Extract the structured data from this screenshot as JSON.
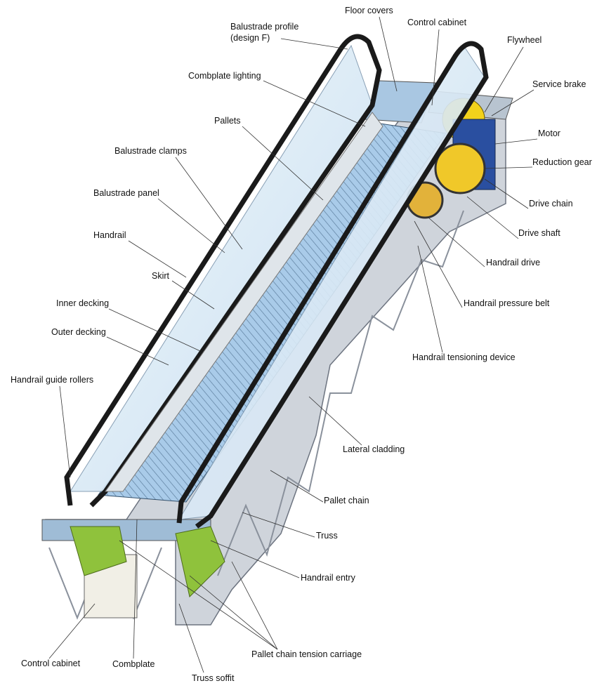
{
  "labels": {
    "floor_covers": "Floor covers",
    "control_cabinet_top": "Control cabinet",
    "balustrade_profile": "Balustrade profile",
    "balustrade_profile_design": "(design F)",
    "flywheel": "Flywheel",
    "combplate_lighting": "Combplate lighting",
    "service_brake": "Service brake",
    "pallets": "Pallets",
    "motor": "Motor",
    "balustrade_clamps": "Balustrade clamps",
    "reduction_gear": "Reduction gear",
    "balustrade_panel": "Balustrade panel",
    "drive_chain": "Drive chain",
    "handrail": "Handrail",
    "drive_shaft": "Drive shaft",
    "handrail_drive": "Handrail drive",
    "skirt": "Skirt",
    "inner_decking": "Inner decking",
    "handrail_pressure_belt": "Handrail pressure belt",
    "outer_decking": "Outer decking",
    "handrail_tensioning_device": "Handrail tensioning device",
    "handrail_guide_rollers": "Handrail guide rollers",
    "lateral_cladding": "Lateral cladding",
    "pallet_chain": "Pallet chain",
    "truss": "Truss",
    "handrail_entry": "Handrail entry",
    "pallet_chain_tension_carriage": "Pallet chain tension carriage",
    "control_cabinet_bottom": "Control cabinet",
    "combplate": "Combplate",
    "truss_soffit": "Truss soffit"
  },
  "colors": {
    "truss": "#c9ced6",
    "pallet": "#9fc4e6",
    "glass": "#dcebf7",
    "handrail": "#1a1a1a",
    "motor": "#2a4fa0",
    "flywheel": "#f2d21b",
    "tension_carriage": "#8fc23c"
  }
}
